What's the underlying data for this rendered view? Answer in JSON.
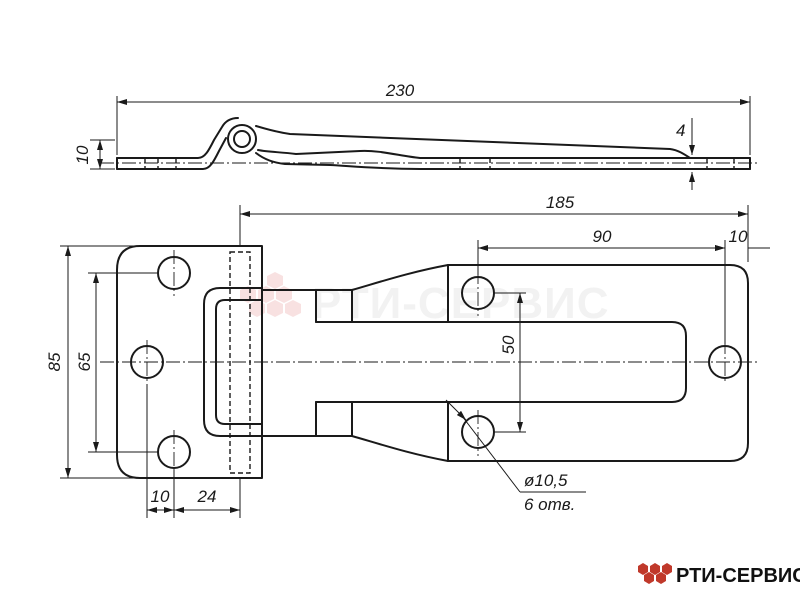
{
  "dimensions": {
    "overall_length": "230",
    "thickness": "10",
    "leaf_offset": "4",
    "hole_span": "185",
    "hole_spacing": "90",
    "end_margin": "10",
    "total_height": "85",
    "hole_height": "65",
    "slot_height": "50",
    "left_margin": "10",
    "hinge_offset": "24",
    "hole_diameter": "ø10,5",
    "hole_count": "6 отв."
  },
  "watermark": {
    "text": "РТИ-СЕРВИС",
    "color": "#f3c9c9"
  },
  "logo": {
    "text": "РТИ-СЕРВИС",
    "color": "#c0392b"
  }
}
